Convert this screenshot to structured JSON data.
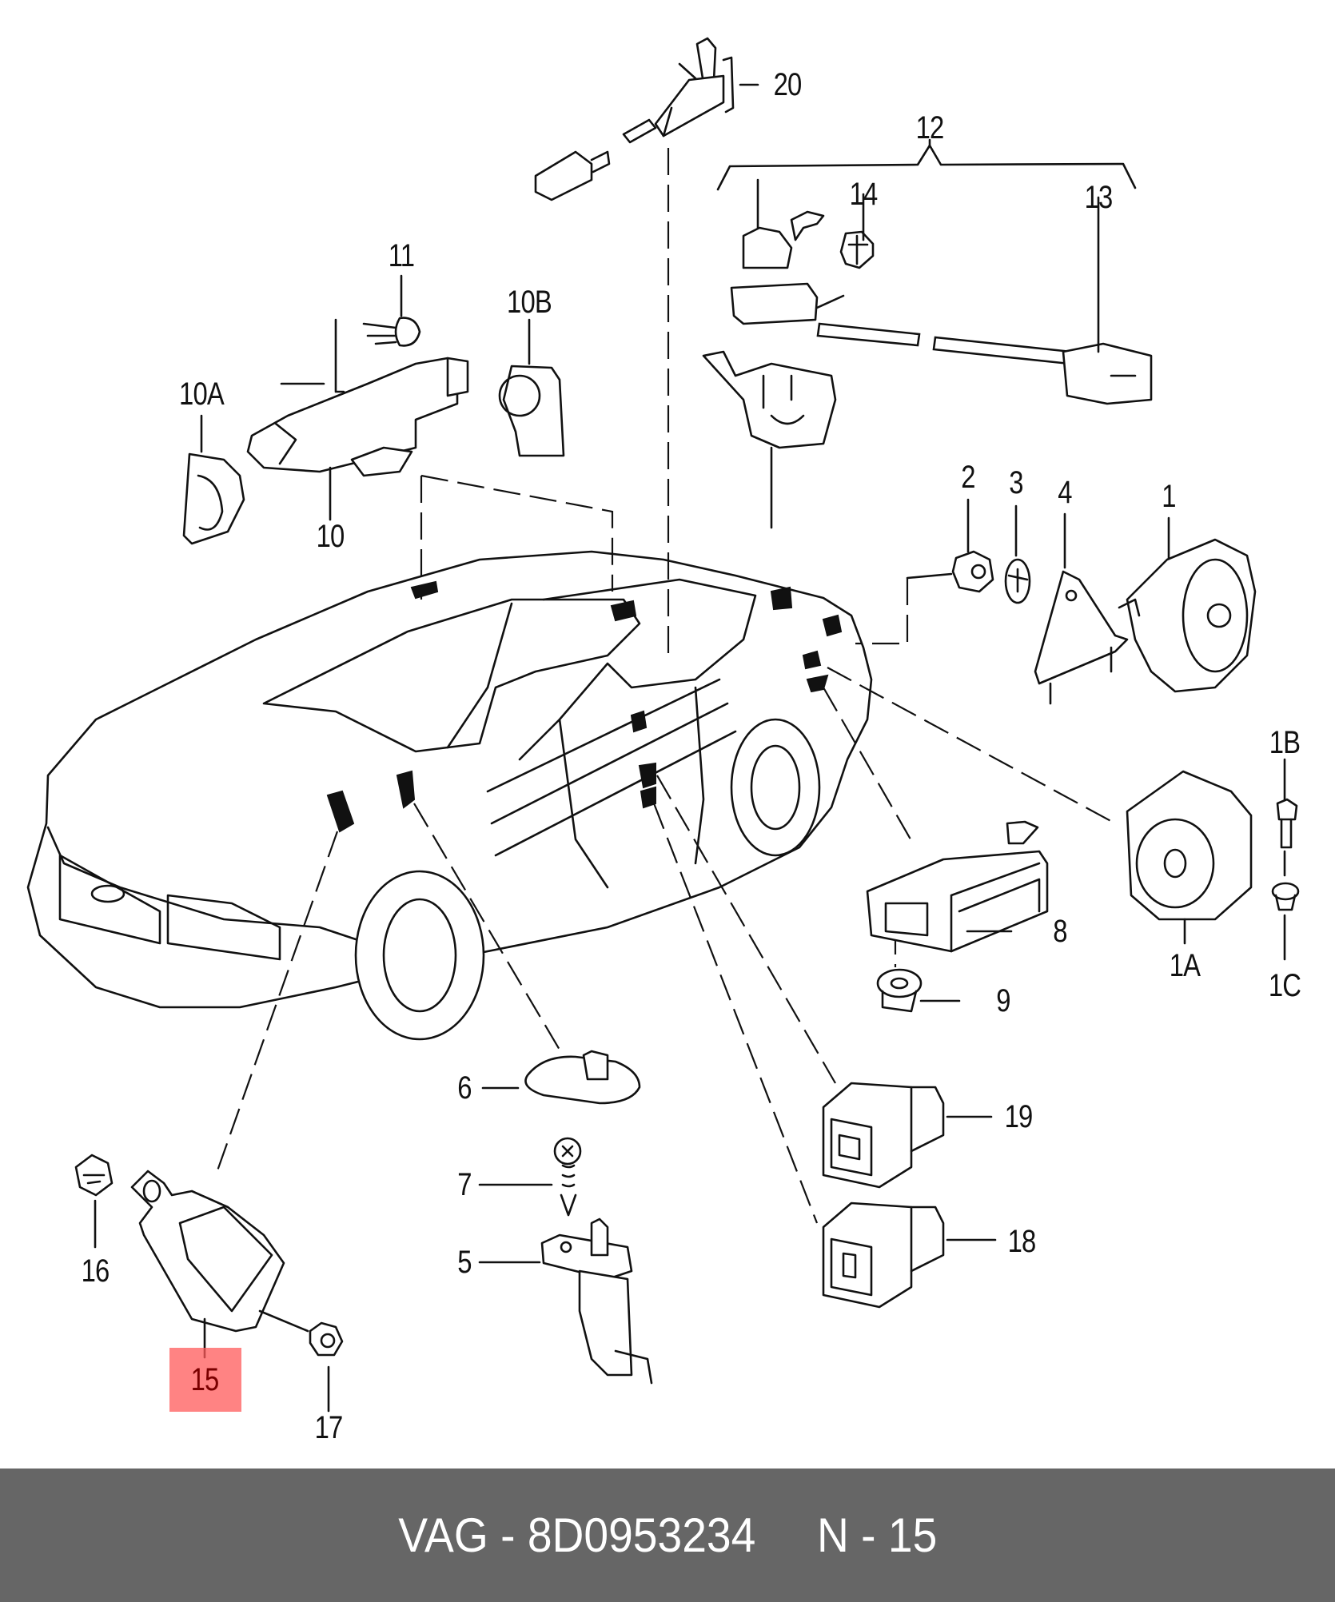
{
  "diagram": {
    "title": "Parts exploded diagram - anti-theft / alarm system components",
    "highlighted_part": "15",
    "highlight_color": "#ff8080",
    "part_labels": [
      {
        "id": "20",
        "text": "20"
      },
      {
        "id": "12",
        "text": "12"
      },
      {
        "id": "14",
        "text": "14"
      },
      {
        "id": "13",
        "text": "13"
      },
      {
        "id": "11",
        "text": "11"
      },
      {
        "id": "10B",
        "text": "10B"
      },
      {
        "id": "10A",
        "text": "10A"
      },
      {
        "id": "10",
        "text": "10"
      },
      {
        "id": "2",
        "text": "2"
      },
      {
        "id": "3",
        "text": "3"
      },
      {
        "id": "4",
        "text": "4"
      },
      {
        "id": "1",
        "text": "1"
      },
      {
        "id": "1B",
        "text": "1B"
      },
      {
        "id": "8",
        "text": "8"
      },
      {
        "id": "1A",
        "text": "1A"
      },
      {
        "id": "1C",
        "text": "1C"
      },
      {
        "id": "9",
        "text": "9"
      },
      {
        "id": "6",
        "text": "6"
      },
      {
        "id": "19",
        "text": "19"
      },
      {
        "id": "7",
        "text": "7"
      },
      {
        "id": "16",
        "text": "16"
      },
      {
        "id": "18",
        "text": "18"
      },
      {
        "id": "5",
        "text": "5"
      },
      {
        "id": "15",
        "text": "15"
      },
      {
        "id": "17",
        "text": "17"
      }
    ]
  },
  "footer": {
    "text": "VAG - 8D0953234     N - 15",
    "brand": "VAG",
    "part_number": "8D0953234",
    "position_label": "N - 15",
    "background_color": "#666666"
  }
}
